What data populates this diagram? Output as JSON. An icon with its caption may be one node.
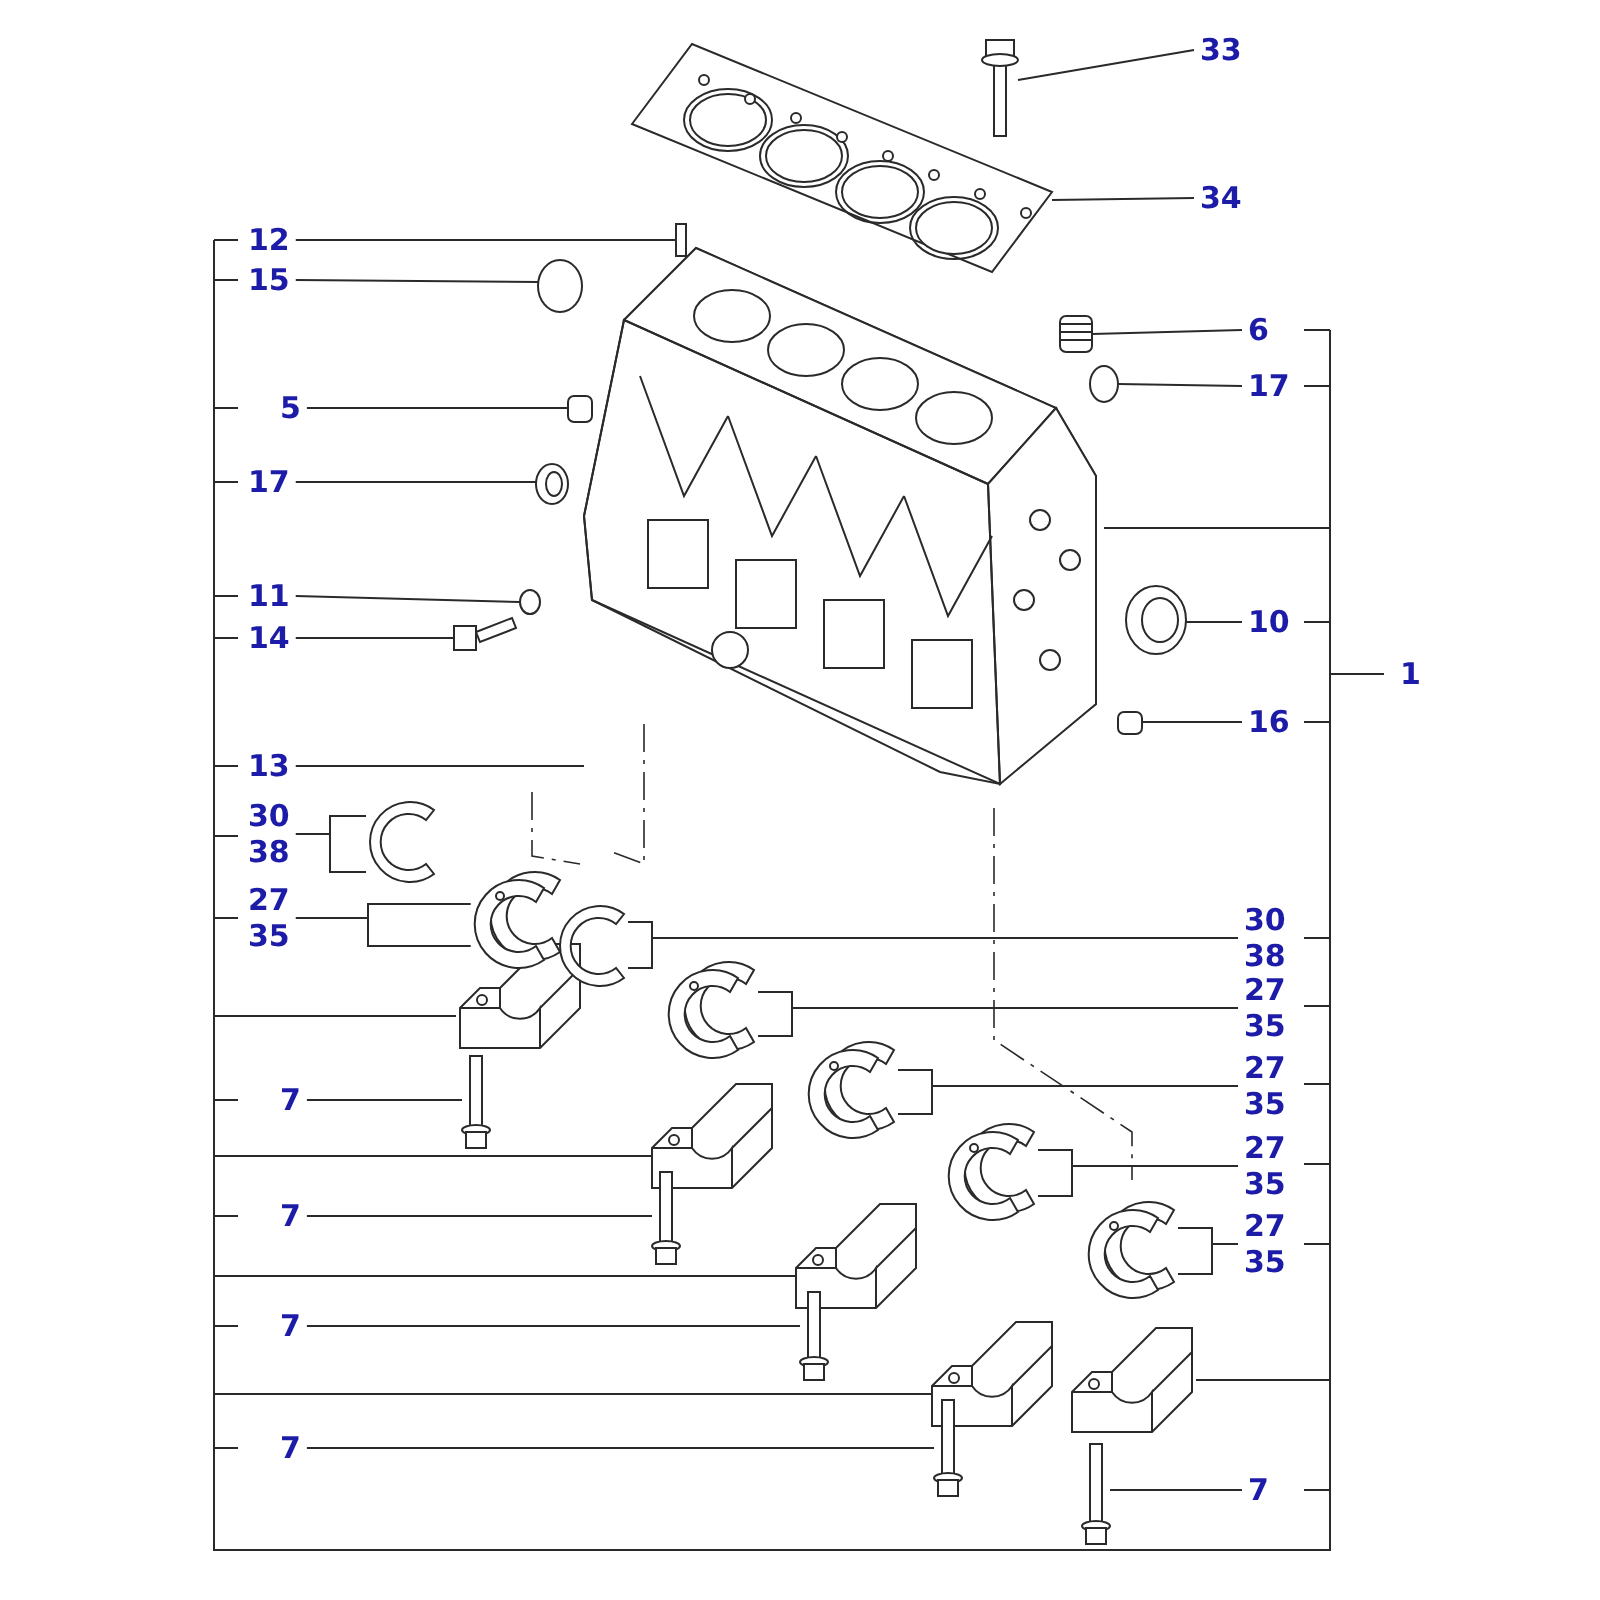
{
  "diagram": {
    "nodes": [
      {
        "text": [
          "33"
        ]
      },
      {
        "text": [
          "34"
        ]
      },
      {
        "text": [
          "12"
        ]
      },
      {
        "text": [
          "15"
        ]
      },
      {
        "text": [
          "6"
        ]
      },
      {
        "text": [
          "17"
        ]
      },
      {
        "text": [
          "5"
        ]
      },
      {
        "text": [
          "17"
        ]
      },
      {
        "text": [
          "11"
        ]
      },
      {
        "text": [
          "14"
        ]
      },
      {
        "text": [
          "10"
        ]
      },
      {
        "text": [
          "16"
        ]
      },
      {
        "text": [
          "1"
        ]
      },
      {
        "text": [
          "13"
        ]
      },
      {
        "text": [
          "30",
          "38"
        ]
      },
      {
        "text": [
          "27",
          "35"
        ]
      },
      {
        "text": [
          "30",
          "38"
        ]
      },
      {
        "text": [
          "27",
          "35"
        ]
      },
      {
        "text": [
          "27",
          "35"
        ]
      },
      {
        "text": [
          "27",
          "35"
        ]
      },
      {
        "text": [
          "27",
          "35"
        ]
      },
      {
        "text": [
          "7"
        ]
      },
      {
        "text": [
          "7"
        ]
      },
      {
        "text": [
          "7"
        ]
      },
      {
        "text": [
          "7"
        ]
      },
      {
        "text": [
          "7"
        ]
      },
      {
        "text": [],
        "shape": "picture"
      },
      {
        "text": [],
        "shape": "picture"
      },
      {
        "text": [],
        "shape": "box"
      },
      {
        "text": [],
        "shape": "circle"
      },
      {
        "text": [],
        "shape": "picture"
      },
      {
        "text": [],
        "shape": "circle"
      },
      {
        "text": [],
        "shape": "box"
      },
      {
        "text": [],
        "shape": "picture"
      },
      {
        "text": [],
        "shape": "picture"
      },
      {
        "text": [],
        "shape": "circle"
      },
      {
        "text": [],
        "shape": "picture"
      },
      {
        "text": [],
        "shape": "picture"
      },
      {
        "text": [],
        "shape": "picture"
      },
      {
        "text": [],
        "shape": "picture"
      },
      {
        "text": [],
        "shape": "picture"
      },
      {
        "text": [],
        "shape": "picture"
      },
      {
        "text": [],
        "shape": "picture"
      },
      {
        "text": [],
        "shape": "picture"
      },
      {
        "text": [],
        "shape": "picture"
      },
      {
        "text": [],
        "shape": "picture"
      },
      {
        "text": [],
        "shape": "picture"
      },
      {
        "text": [],
        "shape": "picture"
      },
      {
        "text": [],
        "shape": "picture"
      },
      {
        "text": [],
        "shape": "picture"
      },
      {
        "text": [],
        "shape": "picture"
      }
    ],
    "edges": [
      {
        "from": 0,
        "to": 26,
        "arrow": "none"
      },
      {
        "from": 1,
        "to": 27,
        "arrow": "none"
      },
      {
        "from": 2,
        "to": 28,
        "arrow": "none"
      },
      {
        "from": 3,
        "to": 29,
        "arrow": "none"
      },
      {
        "from": 4,
        "to": 30,
        "arrow": "none"
      },
      {
        "from": 5,
        "to": 31,
        "arrow": "none"
      },
      {
        "from": 6,
        "to": 32,
        "arrow": "none"
      },
      {
        "from": 7,
        "to": 33,
        "arrow": "none"
      },
      {
        "from": 8,
        "to": 35,
        "arrow": "none"
      },
      {
        "from": 9,
        "to": 36,
        "arrow": "none"
      },
      {
        "from": 10,
        "to": 37,
        "arrow": "none"
      },
      {
        "from": 11,
        "to": 38,
        "arrow": "none"
      },
      {
        "from": 13,
        "to": 34,
        "arrow": "none"
      },
      {
        "from": 14,
        "to": 39,
        "arrow": "none"
      },
      {
        "from": 15,
        "to": 40,
        "arrow": "none"
      },
      {
        "from": 16,
        "to": 41,
        "arrow": "none"
      },
      {
        "from": 17,
        "to": 42,
        "arrow": "none"
      },
      {
        "from": 18,
        "to": 43,
        "arrow": "none"
      },
      {
        "from": 19,
        "to": 44,
        "arrow": "none"
      },
      {
        "from": 20,
        "to": 45,
        "arrow": "none"
      },
      {
        "from": 21,
        "to": 46,
        "arrow": "none"
      },
      {
        "from": 22,
        "to": 47,
        "arrow": "none"
      },
      {
        "from": 23,
        "to": 48,
        "arrow": "none"
      },
      {
        "from": 24,
        "to": 49,
        "arrow": "none"
      },
      {
        "from": 25,
        "to": 50,
        "arrow": "none"
      }
    ]
  }
}
